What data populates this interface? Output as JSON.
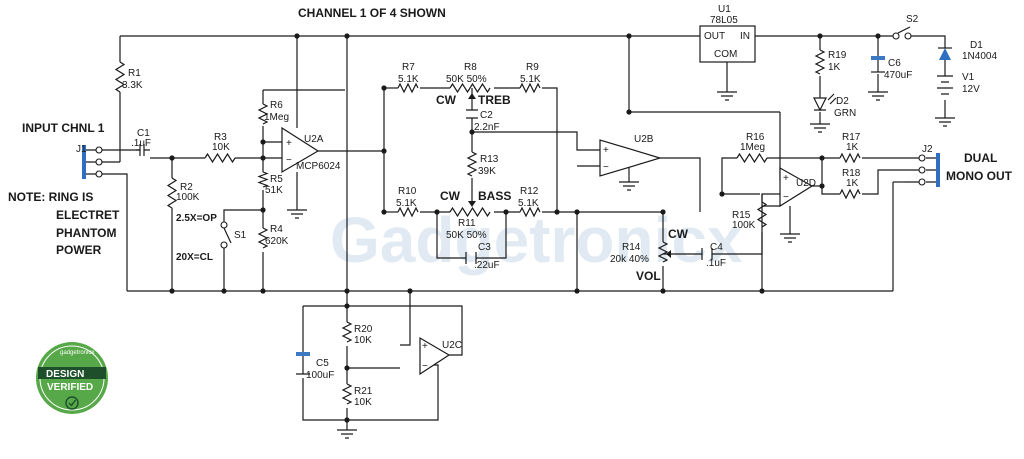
{
  "title": "CHANNEL 1 OF 4 SHOWN",
  "watermark": "Gadgetronicx",
  "badge": {
    "brand": "gadgetronicx",
    "line1": "DESIGN",
    "line2": "VERIFIED",
    "colors": {
      "bg": "#57a848",
      "ribbon": "#1d4f2a"
    }
  },
  "notes": {
    "input": "INPUT CHNL 1",
    "ring": [
      "NOTE: RING IS",
      "ELECTRET",
      "PHANTOM",
      "POWER"
    ],
    "output": [
      "DUAL",
      "MONO OUT"
    ]
  },
  "labels": {
    "cw1": "CW",
    "treb": "TREB",
    "cw2": "CW",
    "bass": "BASS",
    "cw3": "CW",
    "vol": "VOL",
    "gain_op": "2.5X=OP",
    "gain_cl": "20X=CL"
  },
  "components": {
    "J1": "J1",
    "J2": "J2",
    "C1": {
      "ref": "C1",
      "val": ".1uF"
    },
    "R1": {
      "ref": "R1",
      "val": "3.3K"
    },
    "R2": {
      "ref": "R2",
      "val": "100K"
    },
    "R3": {
      "ref": "R3",
      "val": "10K"
    },
    "R4": {
      "ref": "R4",
      "val": "620K"
    },
    "R5": {
      "ref": "R5",
      "val": "51K"
    },
    "R6": {
      "ref": "R6",
      "val": "1Meg"
    },
    "S1": "S1",
    "U2A": {
      "ref": "U2A",
      "part": "MCP6024"
    },
    "R7": {
      "ref": "R7",
      "val": "5.1K"
    },
    "R8": {
      "ref": "R8",
      "val": "50K 50%"
    },
    "R9": {
      "ref": "R9",
      "val": "5.1K"
    },
    "C2": {
      "ref": "C2",
      "val": "2.2nF"
    },
    "R13": {
      "ref": "R13",
      "val": "39K"
    },
    "R10": {
      "ref": "R10",
      "val": "5.1K"
    },
    "R11": {
      "ref": "R11",
      "val": "50K 50%"
    },
    "R12": {
      "ref": "R12",
      "val": "5.1K"
    },
    "C3": {
      "ref": "C3",
      "val": ".22uF"
    },
    "U2B": "U2B",
    "R14": {
      "ref": "R14",
      "val": "20k 40%"
    },
    "C4": {
      "ref": "C4",
      "val": ".1uF"
    },
    "R15": {
      "ref": "R15",
      "val": "100K"
    },
    "R16": {
      "ref": "R16",
      "val": "1Meg"
    },
    "U2D": "U2D",
    "R17": {
      "ref": "R17",
      "val": "1K"
    },
    "R18": {
      "ref": "R18",
      "val": "1K"
    },
    "U1": {
      "ref": "U1",
      "part": "78L05",
      "out": "OUT",
      "in": "IN",
      "com": "COM"
    },
    "R19": {
      "ref": "R19",
      "val": "1K"
    },
    "D2": {
      "ref": "D2",
      "val": "GRN"
    },
    "C6": {
      "ref": "C6",
      "val": "470uF"
    },
    "S2": "S2",
    "D1": {
      "ref": "D1",
      "val": "1N4004"
    },
    "V1": {
      "ref": "V1",
      "val": "12V"
    },
    "U2C": "U2C",
    "R20": {
      "ref": "R20",
      "val": "10K"
    },
    "R21": {
      "ref": "R21",
      "val": "10K"
    },
    "C5": {
      "ref": "C5",
      "val": "100uF"
    }
  }
}
